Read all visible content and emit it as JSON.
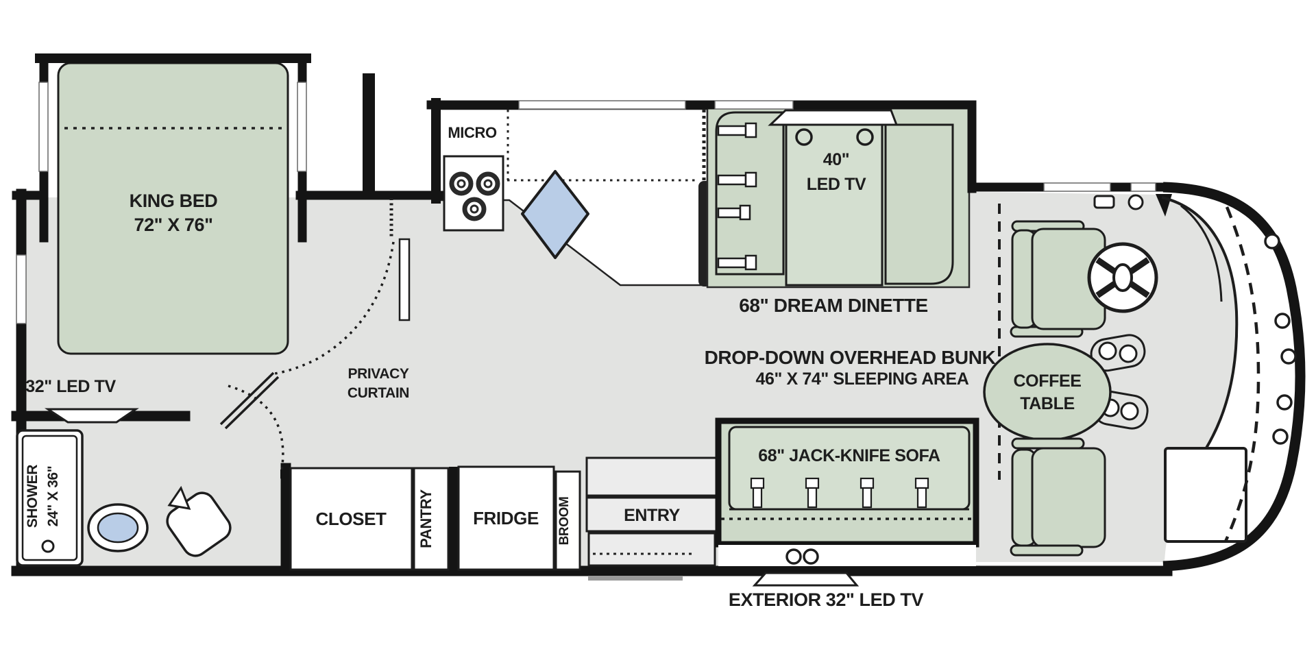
{
  "title": "Class A motorhome floor plan",
  "colors": {
    "wall": "#141414",
    "floor": "#e2e3e1",
    "furniture_green": "#cdd9c8",
    "furniture_green_light": "#d4dfd0",
    "water_blue": "#b9cde7",
    "white": "#ffffff",
    "step_gray": "#ececec",
    "text": "#1d1d1d"
  },
  "bedroom": {
    "bed_label": "KING BED",
    "bed_size": "72\" X 76\"",
    "tv_label": "32\" LED TV"
  },
  "bathroom": {
    "shower_label": "SHOWER",
    "shower_size": "24\" X 36\""
  },
  "hallway": {
    "privacy_line1": "PRIVACY",
    "privacy_line2": "CURTAIN"
  },
  "kitchen": {
    "micro_label": "MICRO"
  },
  "dinette": {
    "tv_line1": "40\"",
    "tv_line2": "LED TV",
    "label": "68\" DREAM DINETTE"
  },
  "bunk": {
    "line1": "DROP-DOWN OVERHEAD BUNK",
    "line2": "46\" X 74\" SLEEPING AREA"
  },
  "storage": {
    "closet": "CLOSET",
    "pantry": "PANTRY",
    "fridge": "FRIDGE",
    "broom": "BROOM",
    "entry": "ENTRY"
  },
  "living": {
    "sofa_label": "68\" JACK-KNIFE SOFA",
    "exterior_tv_label": "EXTERIOR 32\" LED TV"
  },
  "cab": {
    "coffee_line1": "COFFEE",
    "coffee_line2": "TABLE"
  }
}
